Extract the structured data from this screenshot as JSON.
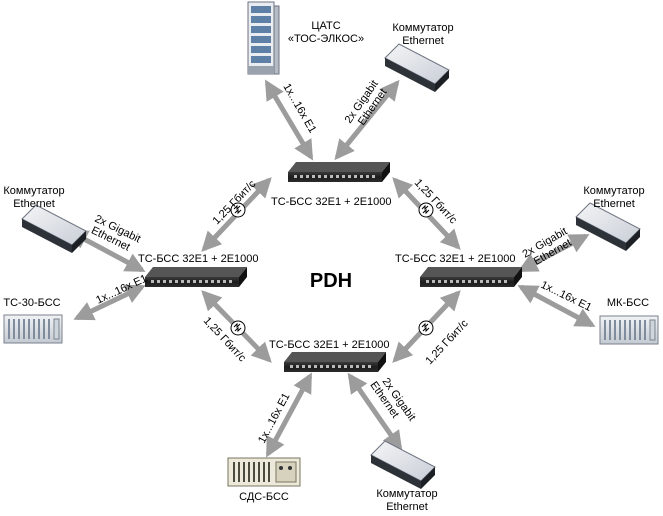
{
  "center_label": "PDH",
  "nodes": {
    "top": "ТС-БСС 32Е1 + 2Е1000",
    "left": "ТС-БСС 32Е1 + 2Е1000",
    "right": "ТС-БСС 32Е1 + 2Е1000",
    "bottom": "ТС-БСС 32Е1 + 2Е1000"
  },
  "links": {
    "ring_speed": "1,25 Гбит/с",
    "e1_range": "1х...16х Е1",
    "gige": [
      "2х Gigabit",
      "Ethernet"
    ]
  },
  "devices": {
    "atc": [
      "ЦАТС",
      "«ТОС-ЭЛКОС»"
    ],
    "switch": [
      "Коммутатор",
      "Ethernet"
    ],
    "tc30": "ТС-30-БСС",
    "mk": "МК-БСС",
    "sds": "СДС-БСС"
  },
  "colors": {
    "link": "#9c9c9c",
    "device_dark": "#262626",
    "device_light": "#e8ecf0"
  }
}
